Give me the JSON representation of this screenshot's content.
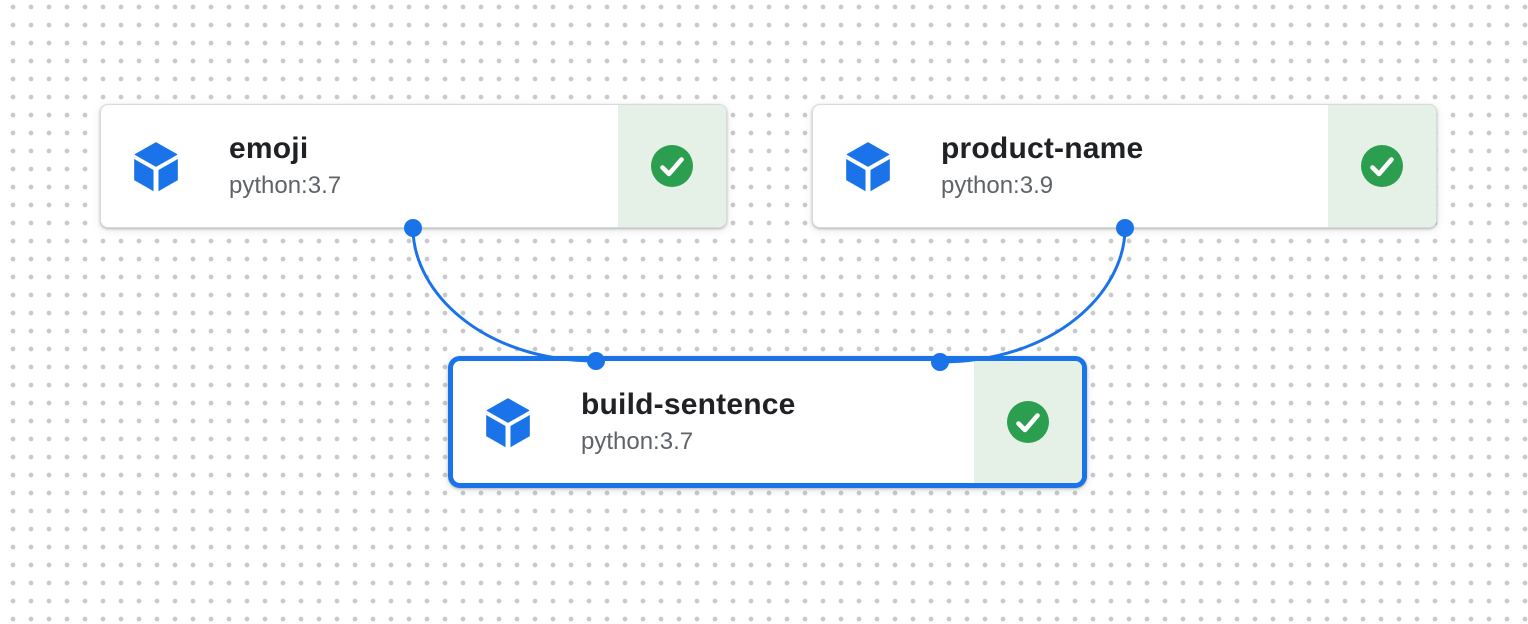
{
  "canvas": {
    "kind": "pipeline-dag-canvas",
    "background": "dot-grid"
  },
  "nodes": [
    {
      "id": "emoji",
      "title": "emoji",
      "subtitle": "python:3.7",
      "status": "succeeded",
      "type_icon": "component-cube-icon",
      "status_icon": "check-circle-icon",
      "selected": false
    },
    {
      "id": "product-name",
      "title": "product-name",
      "subtitle": "python:3.9",
      "status": "succeeded",
      "type_icon": "component-cube-icon",
      "status_icon": "check-circle-icon",
      "selected": false
    },
    {
      "id": "build-sentence",
      "title": "build-sentence",
      "subtitle": "python:3.7",
      "status": "succeeded",
      "type_icon": "component-cube-icon",
      "status_icon": "check-circle-icon",
      "selected": true
    }
  ],
  "edges": [
    {
      "from": "emoji",
      "to": "build-sentence"
    },
    {
      "from": "product-name",
      "to": "build-sentence"
    }
  ],
  "colors": {
    "accent": "#1a73e8",
    "success": "#2b9e4f",
    "success_bg": "#e5f1e7",
    "card_border": "#d8dadd",
    "title": "#202124",
    "subtitle": "#5f6368",
    "dot": "#c9c9c9",
    "canvas_bg": "#ffffff"
  }
}
